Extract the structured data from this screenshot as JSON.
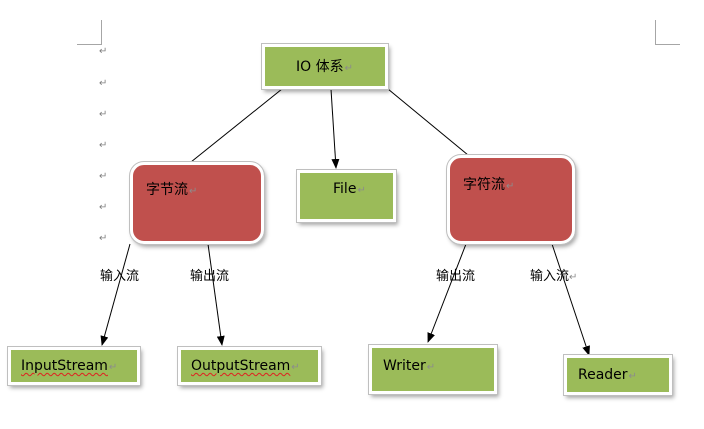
{
  "paragraph_mark": "↵",
  "root": {
    "label": "IO 体系"
  },
  "branches": {
    "byte_stream": {
      "label": "字节流"
    },
    "file": {
      "label": "File"
    },
    "char_stream": {
      "label": "字符流"
    }
  },
  "edge_labels": {
    "byte_input": "输入流",
    "byte_output": "输出流",
    "char_output": "输出流",
    "char_input": "输入流"
  },
  "leaves": {
    "input_stream": {
      "label": "InputStream"
    },
    "output_stream": {
      "label": "OutputStream"
    },
    "writer": {
      "label": "Writer"
    },
    "reader": {
      "label": "Reader"
    }
  },
  "colors": {
    "green_box": "#9bbb59",
    "red_box": "#c0504d",
    "line": "#000000"
  }
}
